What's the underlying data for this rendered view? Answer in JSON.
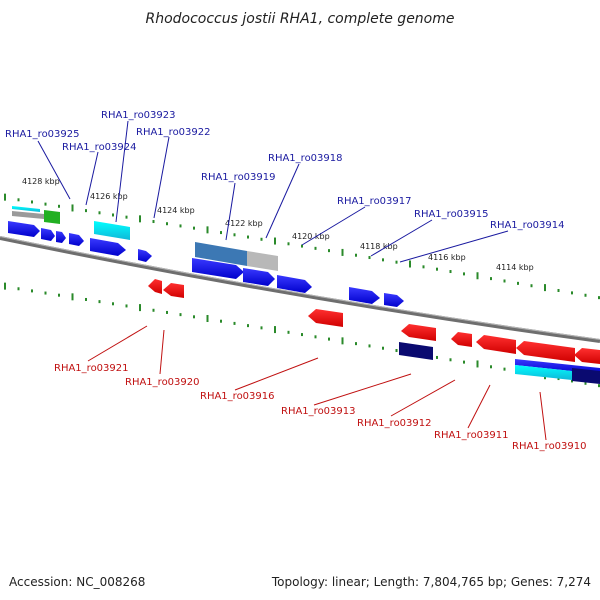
{
  "title": "Rhodococcus jostii RHA1, complete genome",
  "footer": {
    "accession": "Accession: NC_008268",
    "summary": "Topology: linear; Length: 7,804,765 bp; Genes: 7,274"
  },
  "colors": {
    "top_strand": "#1a1aa0",
    "bottom_strand": "#c01010",
    "backbone": "#7a7a7a",
    "tick": "#2a8a2a"
  },
  "kbp_labels": [
    "4128 kbp",
    "4126 kbp",
    "4124 kbp",
    "4122 kbp",
    "4120 kbp",
    "4118 kbp",
    "4116 kbp",
    "4114 kbp"
  ],
  "top_genes": [
    {
      "name": "RHA1_ro03925"
    },
    {
      "name": "RHA1_ro03924"
    },
    {
      "name": "RHA1_ro03923"
    },
    {
      "name": "RHA1_ro03922"
    },
    {
      "name": "RHA1_ro03919"
    },
    {
      "name": "RHA1_ro03918"
    },
    {
      "name": "RHA1_ro03917"
    },
    {
      "name": "RHA1_ro03915"
    },
    {
      "name": "RHA1_ro03914"
    }
  ],
  "bottom_genes": [
    {
      "name": "RHA1_ro03921"
    },
    {
      "name": "RHA1_ro03920"
    },
    {
      "name": "RHA1_ro03916"
    },
    {
      "name": "RHA1_ro03913"
    },
    {
      "name": "RHA1_ro03912"
    },
    {
      "name": "RHA1_ro03911"
    },
    {
      "name": "RHA1_ro03910"
    }
  ]
}
